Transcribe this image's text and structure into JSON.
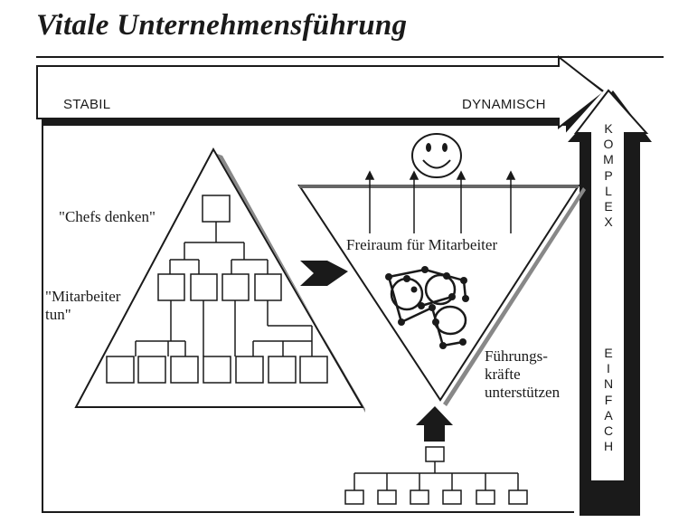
{
  "title": "Vitale Unternehmensführung",
  "axis": {
    "left_label": "STABIL",
    "right_label": "DYNAMISCH",
    "vertical_top_label": "KOMPLEX",
    "vertical_bottom_label": "EINFACH"
  },
  "left_pyramid": {
    "chefs_label": "\"Chefs denken\"",
    "staff_label_line1": "\"Mitarbeiter",
    "staff_label_line2": "tun\""
  },
  "right_pyramid": {
    "freiraum_label": "Freiraum für Mitarbeiter",
    "leaders_line1": "Führungs-",
    "leaders_line2": "kräfte",
    "leaders_line3": "unterstützen"
  }
}
